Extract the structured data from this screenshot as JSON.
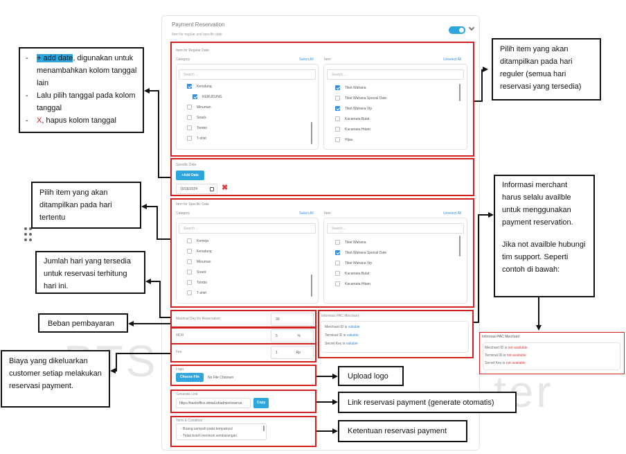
{
  "card": {
    "title": "Payment Reservation",
    "subtitle": "Item for regular and specific date"
  },
  "regular": {
    "title": "Item for Regular Date",
    "category_label": "Category",
    "select_all": "Select All",
    "item_label": "Item",
    "unselect_all": "Unselect All",
    "search_placeholder": "Search ...",
    "categories": [
      {
        "label": "Kerudung",
        "checked": true
      },
      {
        "label": "KERUDUNG",
        "checked": true
      },
      {
        "label": "Minuman",
        "checked": false
      },
      {
        "label": "Snack",
        "checked": false
      },
      {
        "label": "Tombo",
        "checked": false
      },
      {
        "label": "T-shirt",
        "checked": false
      }
    ],
    "items": [
      {
        "label": "Tiket Wahana",
        "checked": true
      },
      {
        "label": "Tiket Wahana Special Date",
        "checked": false
      },
      {
        "label": "Tiket Wahana Vip",
        "checked": true
      },
      {
        "label": "Kacamata Bulat",
        "checked": false
      },
      {
        "label": "Kacamata Hitam",
        "checked": false
      },
      {
        "label": "Hijau",
        "checked": false
      }
    ]
  },
  "specific_date": {
    "title": "Spesific Date",
    "add_button": "+Add Date",
    "date_value": "10/16/2024",
    "remove_icon": "x-icon"
  },
  "specific": {
    "title": "Item for Specific Date",
    "category_label": "Category",
    "select_all": "Select All",
    "item_label": "Item",
    "unselect_all": "Unselect All",
    "search_placeholder": "Search ...",
    "categories": [
      {
        "label": "Kemeja",
        "checked": false
      },
      {
        "label": "Kerudung",
        "checked": false
      },
      {
        "label": "Minuman",
        "checked": false
      },
      {
        "label": "Snack",
        "checked": false
      },
      {
        "label": "Tombo",
        "checked": false
      },
      {
        "label": "T-shirt",
        "checked": false
      }
    ],
    "items": [
      {
        "label": "Tiket Wahana",
        "checked": false
      },
      {
        "label": "Tiket Wahana Special Date",
        "checked": true
      },
      {
        "label": "Tiket Wahana Vip",
        "checked": false
      },
      {
        "label": "Kacamata Bulat",
        "checked": false
      },
      {
        "label": "Kacamata Hitam",
        "checked": false
      }
    ]
  },
  "fields": {
    "max_day_label": "Maximal Day for Reservation",
    "max_day_value": "30",
    "mdr_label": "MDR",
    "mdr_value": "5",
    "mdr_unit": "%",
    "fee_label": "Fee",
    "fee_value": "1",
    "fee_unit": "Rp",
    "logo_label": "Logo",
    "choose_file": "Choose File",
    "no_file": "No File Choosen",
    "link_label": "Generate Link",
    "link_value": "https://backoffice.dintail.id/admin/reserva",
    "copy_button": "Copy",
    "terms_label": "Term & Condition",
    "terms_line1": "- Buang sampah pada tempatnya!",
    "terms_line2": "- Tidak boleh merokok sembarangan"
  },
  "pac": {
    "title": "Informasi PAC Merchant",
    "merchant_label": "Merchant ID is",
    "merchant_status": "valiable",
    "terminal_label": "Terminal ID is",
    "terminal_status": "valiable",
    "secret_label": "Secret Key is",
    "secret_status": "valiable"
  },
  "pac_example": {
    "title": "Informasi PAC Merchant",
    "merchant_label": "Merchant ID is",
    "merchant_status": "not available",
    "terminal_label": "Terminal ID is",
    "terminal_status": "not available",
    "secret_label": "Secret Key is",
    "secret_status": "not available"
  },
  "notes": {
    "add_date_prefix": "- ",
    "add_date_highlight": "+ add date",
    "add_date_rest": ", digunakan untuk menambahkan kolom tanggal lain",
    "pick_date_prefix": "- ",
    "pick_date": "Lalu pilih tanggal pada kolom tanggal",
    "remove_prefix": "- ",
    "remove_x": "X",
    "remove_rest": ", hapus kolom tanggal",
    "regular": "Pilih item yang akan ditampilkan pada hari reguler (semua hari reservasi yang tersedia)",
    "specific": "Pilih item yang akan ditampilkan pada hari tertentu",
    "maxday": "Jumlah hari yang tersedia untuk reservasi terhitung hari ini.",
    "mdr": "Beban pembayaran",
    "fee": "Biaya yang dikeluarkan customer setiap melakukan reservasi payment.",
    "merchant_line1": "Informasi merchant harus selalu availble untuk menggunakan payment reservation.",
    "merchant_line2": "Jika not availble hubungi tim support. Seperti contoh di bawah:",
    "logo": "Upload logo",
    "link": "Link reservasi payment (generate otomatis)",
    "terms": "Ketentuan reservasi payment"
  },
  "watermark": {
    "left": "PTS",
    "right": "ter"
  },
  "colors": {
    "accent": "#2ea6dd",
    "annotation_red": "#d41f1f",
    "error_red": "#e23b3b"
  }
}
